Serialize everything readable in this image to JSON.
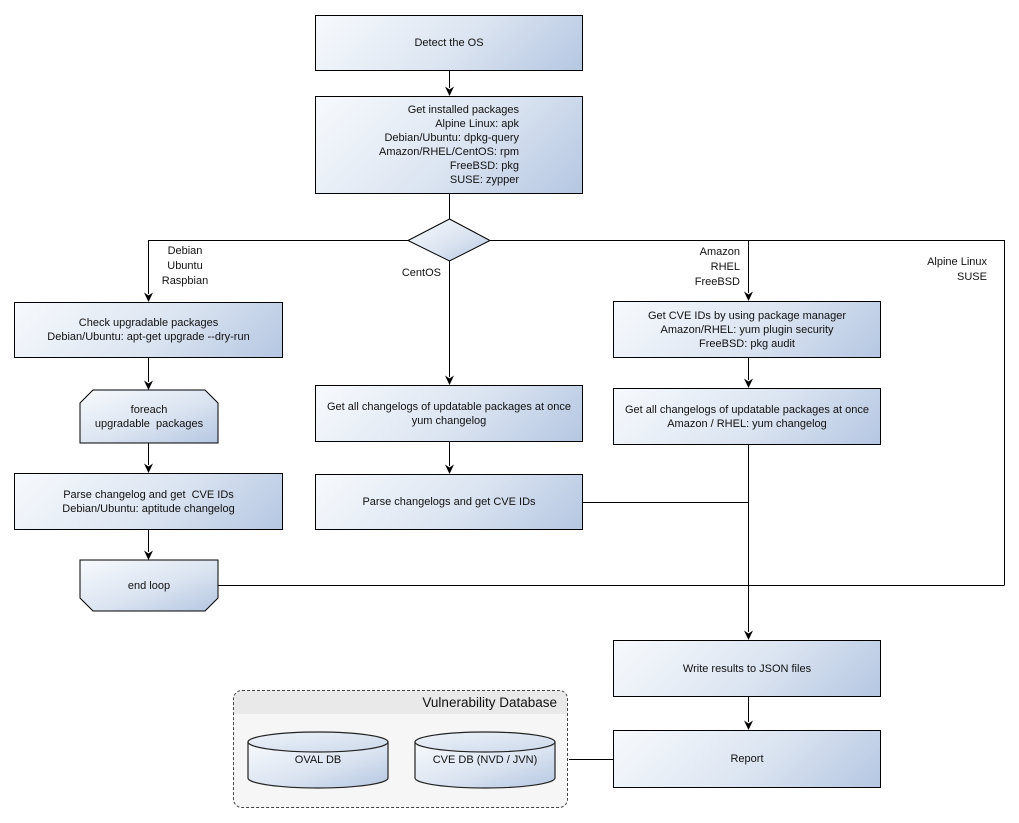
{
  "nodes": {
    "detect_os": {
      "label": "Detect the OS"
    },
    "get_installed_packages": {
      "lines": [
        "Get installed packages",
        "Alpine Linux: apk",
        "Debian/Ubuntu: dpkg-query",
        "Amazon/RHEL/CentOS: rpm",
        "FreeBSD: pkg",
        "SUSE: zypper"
      ]
    },
    "check_upgradable": {
      "lines": [
        "Check upgradable packages",
        "Debian/Ubuntu: apt-get upgrade --dry-run"
      ]
    },
    "foreach_loop": {
      "lines": [
        "foreach",
        "upgradable  packages"
      ]
    },
    "parse_changelog_debian": {
      "lines": [
        "Parse changelog and get  CVE IDs",
        "Debian/Ubuntu: aptitude changelog"
      ]
    },
    "end_loop": {
      "label": "end loop"
    },
    "changelogs_centos": {
      "lines": [
        "Get all changelogs of updatable packages at once",
        "yum changelog"
      ]
    },
    "parse_changelogs_centos": {
      "label": "Parse changelogs and get CVE IDs"
    },
    "get_cve_ids_pkg_mgr": {
      "lines": [
        "Get CVE IDs by using package manager",
        "Amazon/RHEL: yum plugin security",
        "FreeBSD: pkg audit"
      ]
    },
    "changelogs_amazon": {
      "lines": [
        "Get all changelogs of updatable packages at once",
        "Amazon / RHEL: yum changelog"
      ]
    },
    "write_results": {
      "label": "Write results to JSON files"
    },
    "report": {
      "label": "Report"
    }
  },
  "branch_labels": {
    "debian": {
      "lines": [
        "Debian",
        "Ubuntu",
        "Raspbian"
      ]
    },
    "centos": {
      "label": "CentOS"
    },
    "amazon": {
      "lines": [
        "Amazon",
        "RHEL",
        "FreeBSD"
      ]
    },
    "alpine": {
      "lines": [
        "Alpine Linux",
        "SUSE"
      ]
    }
  },
  "database": {
    "title": "Vulnerability Database",
    "oval_db": "OVAL DB",
    "cve_db": "CVE DB (NVD / JVN)"
  },
  "colors": {
    "node_gradient_start": "#f7fafd",
    "node_gradient_end": "#b5c7e2",
    "node_border": "#000000",
    "connector": "#000000",
    "db_container_fill": "#f6f6f6",
    "db_title_band": "#e9e9e9",
    "text": "#111111"
  }
}
